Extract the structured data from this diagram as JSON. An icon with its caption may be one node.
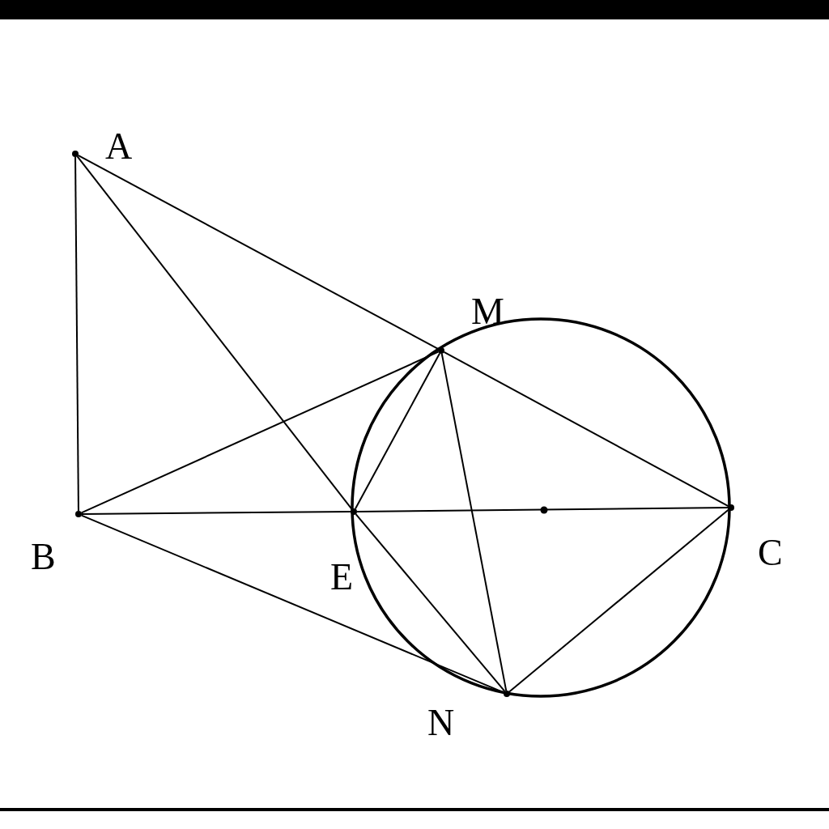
{
  "diagram": {
    "nodes": [
      {
        "text": [
          "A"
        ]
      },
      {
        "text": [
          "M"
        ]
      },
      {
        "text": [
          "B"
        ]
      },
      {
        "text": [
          "E"
        ]
      },
      {
        "text": [
          "C"
        ]
      },
      {
        "text": [
          "N"
        ]
      }
    ],
    "edges": [
      {
        "from": 0,
        "to": 2,
        "arrow": "none"
      },
      {
        "from": 0,
        "to": 1,
        "arrow": "none"
      },
      {
        "from": 1,
        "to": 4,
        "arrow": "none"
      },
      {
        "from": 0,
        "to": 3,
        "arrow": "none"
      },
      {
        "from": 3,
        "to": 5,
        "arrow": "none"
      },
      {
        "from": 2,
        "to": 1,
        "arrow": "none"
      },
      {
        "from": 2,
        "to": 5,
        "arrow": "none"
      },
      {
        "from": 2,
        "to": 3,
        "arrow": "none"
      },
      {
        "from": 3,
        "to": 4,
        "arrow": "none"
      },
      {
        "from": 1,
        "to": 3,
        "arrow": "none"
      },
      {
        "from": 1,
        "to": 5,
        "arrow": "none"
      },
      {
        "from": 5,
        "to": 4,
        "arrow": "none"
      }
    ]
  }
}
